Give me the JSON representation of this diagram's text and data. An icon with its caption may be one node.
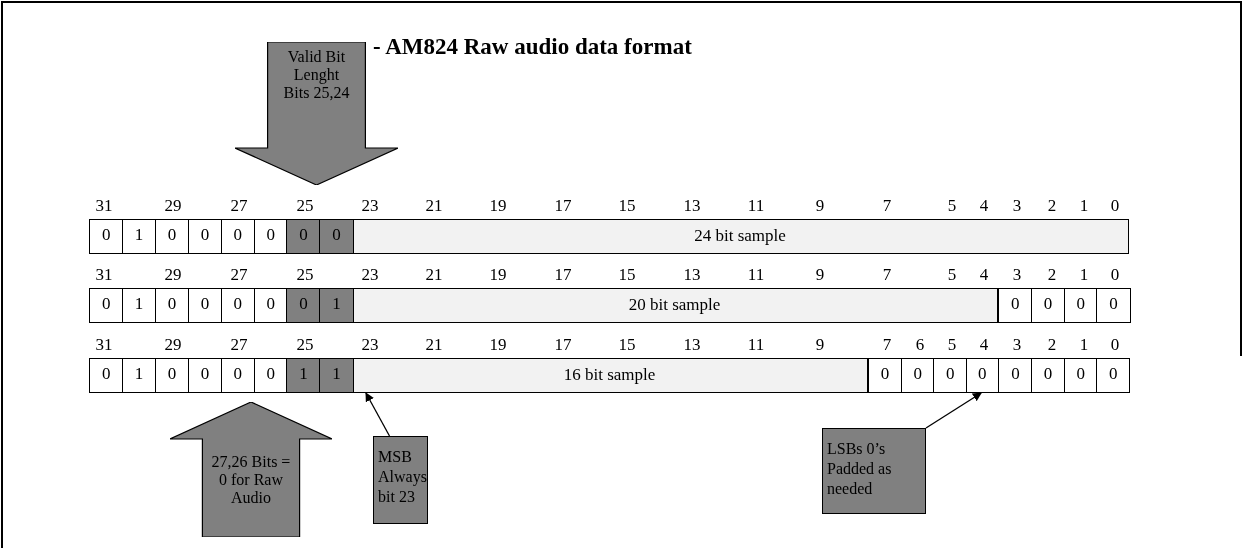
{
  "diagram": {
    "title": "- AM824 Raw audio data format",
    "nodes": [
      {
        "text": [
          "Valid Bit Lenght Bits 25,24"
        ]
      },
      {
        "text": [
          "24 bit sample"
        ]
      },
      {
        "text": [
          "20 bit sample"
        ]
      },
      {
        "text": [
          "16 bit sample"
        ]
      },
      {
        "text": [
          "27,26 Bits = 0 for Raw Audio"
        ]
      },
      {
        "text": [
          "MSB Always bit 23"
        ]
      },
      {
        "text": [
          "LSBs 0’s Padded as needed"
        ]
      },
      {
        "text": [
          "0"
        ]
      }
    ],
    "edges": [
      {
        "from": 5,
        "to": 3,
        "arrow": "to"
      },
      {
        "from": 6,
        "to": 7,
        "arrow": "to"
      }
    ],
    "labels": [
      "31",
      "29",
      "27",
      "25",
      "23",
      "21",
      "19",
      "17",
      "15",
      "13",
      "11",
      "9",
      "7",
      "5",
      "4",
      "3",
      "2",
      "1",
      "0",
      "0",
      "1",
      "0",
      "0",
      "0",
      "0",
      "0",
      "0",
      "31",
      "29",
      "27",
      "25",
      "23",
      "21",
      "19",
      "17",
      "15",
      "13",
      "11",
      "9",
      "7",
      "5",
      "4",
      "3",
      "2",
      "1",
      "0",
      "0",
      "1",
      "0",
      "0",
      "0",
      "0",
      "0",
      "1",
      "0",
      "0",
      "0",
      "0",
      "31",
      "29",
      "27",
      "25",
      "23",
      "21",
      "19",
      "17",
      "15",
      "13",
      "11",
      "9",
      "7",
      "6",
      "5",
      "4",
      "3",
      "2",
      "1",
      "0",
      "0",
      "1",
      "0",
      "0",
      "0",
      "0",
      "1",
      "1",
      "0",
      "0",
      "0",
      "0",
      "0",
      "0",
      "0"
    ]
  }
}
